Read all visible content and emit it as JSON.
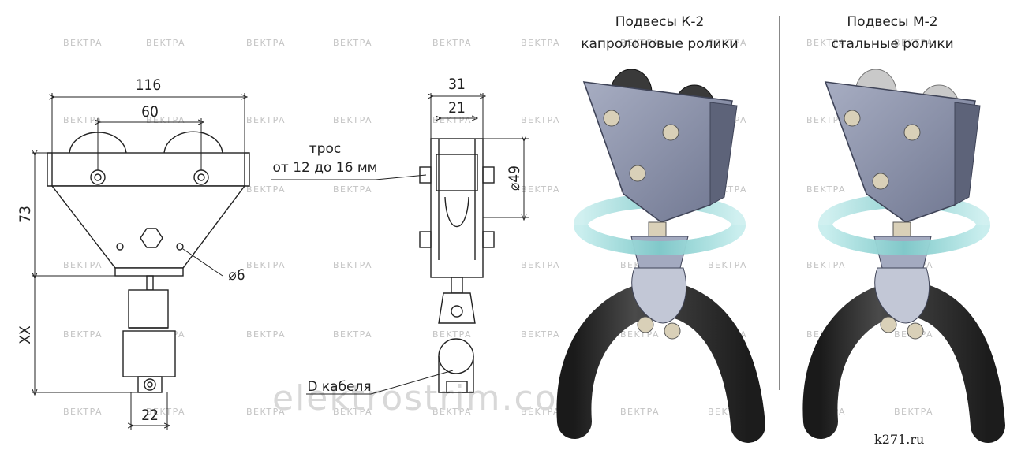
{
  "watermark_label": "BEKTPA",
  "site_watermark": "elektrostrim.com",
  "corner_label": "k271.ru",
  "front_view": {
    "dim_total_width": "116",
    "dim_bolt_spacing": "60",
    "dim_height": "73",
    "dim_cable_part": "XX",
    "dim_clamp_width": "22",
    "dim_hole": "⌀6"
  },
  "side_view": {
    "dim_width": "31",
    "dim_inner_width": "21",
    "dim_roller": "⌀49",
    "rope_label_line1": "трос",
    "rope_label_line2": "от 12 до 16 мм",
    "cable_label": "D кабеля"
  },
  "product_k2": {
    "title_line1": "Подвесы К-2",
    "title_line2": "капролоновые ролики",
    "roller_color": "#3a3a3a"
  },
  "product_m2": {
    "title_line1": "Подвесы М-2",
    "title_line2": "стальные ролики",
    "roller_color": "#c9c9c9"
  },
  "colors": {
    "body": "#8f96ad",
    "rotation_arrow": "#8fd3d3",
    "cable": "#2a2a2a"
  }
}
